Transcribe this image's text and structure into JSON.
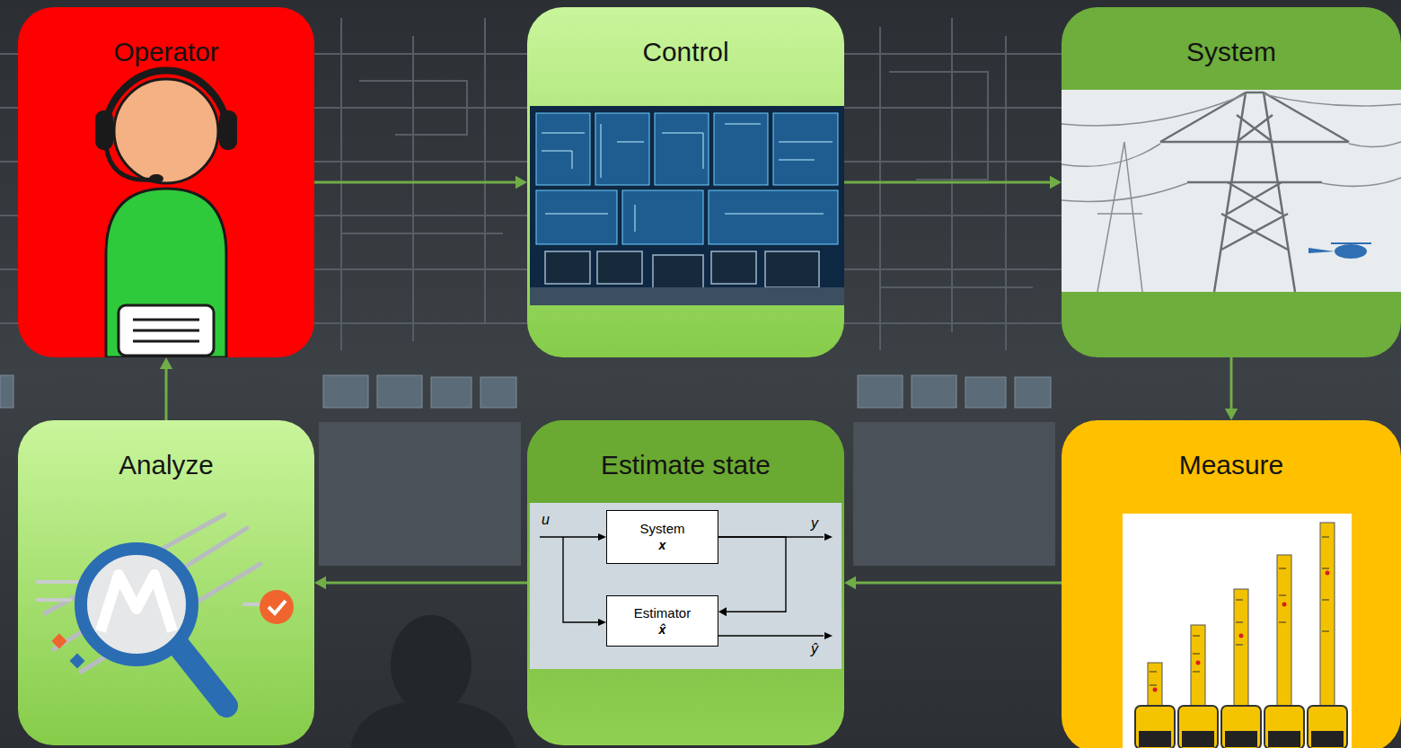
{
  "diagram": {
    "nodes": [
      {
        "text": [
          "Operator"
        ]
      },
      {
        "text": [
          "Control"
        ]
      },
      {
        "text": [
          "System"
        ]
      },
      {
        "text": [
          "Analyze"
        ]
      },
      {
        "text": [
          "Estimate state"
        ]
      },
      {
        "text": [
          "System",
          "x"
        ],
        "in": 4
      },
      {
        "text": [
          "Estimator",
          "x̂"
        ],
        "in": 4
      },
      {
        "text": [
          "Measure"
        ]
      }
    ],
    "edges": [
      {
        "from": 0,
        "to": 1,
        "arrow": "to"
      },
      {
        "from": 1,
        "to": 2,
        "arrow": "to"
      },
      {
        "from": 2,
        "to": 7,
        "arrow": "to"
      },
      {
        "from": 7,
        "to": 4,
        "arrow": "to"
      },
      {
        "from": 4,
        "to": 3,
        "arrow": "to"
      },
      {
        "from": 3,
        "to": 0,
        "arrow": "to"
      },
      {
        "from": 5,
        "to": 6,
        "arrow": "to"
      }
    ],
    "labels": [
      "u",
      "y",
      "ŷ"
    ]
  }
}
